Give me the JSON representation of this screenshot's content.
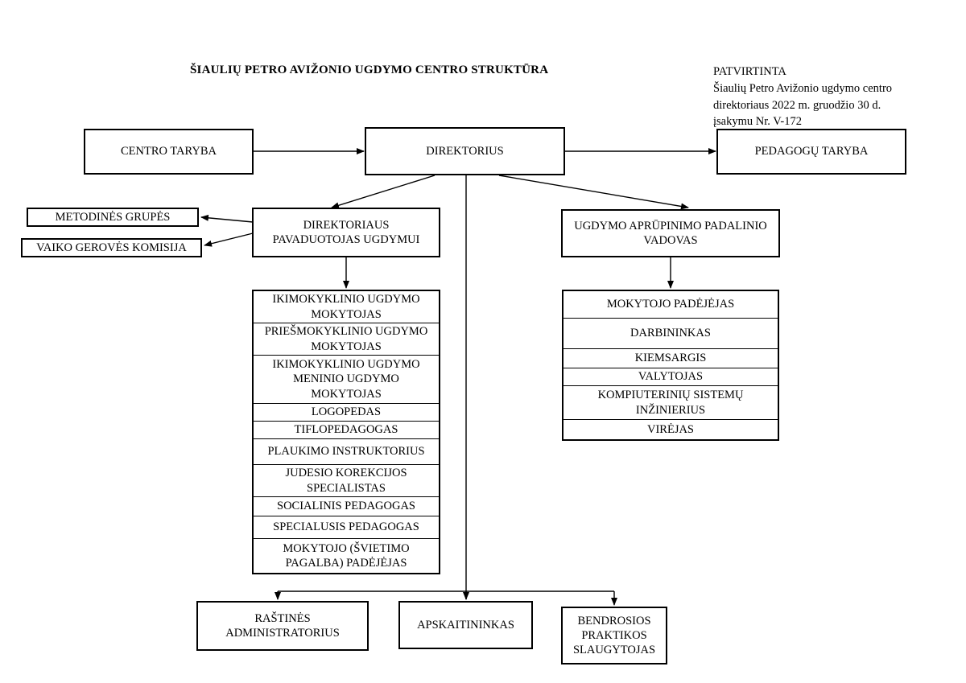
{
  "diagram": {
    "title": "ŠIAULIŲ PETRO AVIŽONIO UGDYMO CENTRO STRUKTŪRA",
    "approval": {
      "heading": "PATVIRTINTA",
      "lines": "Šiaulių Petro Avižonio ugdymo centro\ndirektoriaus 2022 m. gruodžio 30 d.\nįsakymu Nr. V-172"
    },
    "nodes": {
      "centro_taryba": "CENTRO TARYBA",
      "direktorius": "DIREKTORIUS",
      "pedagogu_taryba": "PEDAGOGŲ TARYBA",
      "metodines_grupes": "METODINĖS GRUPĖS",
      "vaiko_geroves_komisija": "VAIKO GEROVĖS KOMISIJA",
      "pavaduotojas": "DIREKTORIAUS PAVADUOTOJAS UGDYMUI",
      "ugdymo_aprupinimo": "UGDYMO APRŪPINIMO PADALINIO VADOVAS",
      "rastines_administratorius": "RAŠTINĖS ADMINISTRATORIUS",
      "apskaitininkas": "APSKAITININKAS",
      "bendrosios_praktikos_slaugytojas": "BENDROSIOS PRAKTIKOS SLAUGYTOJAS"
    },
    "pedagogic_staff": [
      "IKIMOKYKLINIO UGDYMO MOKYTOJAS",
      "PRIEŠMOKYKLINIO UGDYMO MOKYTOJAS",
      "IKIMOKYKLINIO UGDYMO MENINIO UGDYMO MOKYTOJAS",
      "LOGOPEDAS",
      "TIFLOPEDAGOGAS",
      "PLAUKIMO INSTRUKTORIUS",
      "JUDESIO KOREKCIJOS SPECIALISTAS",
      "SOCIALINIS PEDAGOGAS",
      "SPECIALUSIS PEDAGOGAS",
      "MOKYTOJO (ŠVIETIMO PAGALBA) PADĖJĖJAS"
    ],
    "support_staff": [
      "MOKYTOJO PADĖJĖJAS",
      "DARBININKAS",
      "KIEMSARGIS",
      "VALYTOJAS",
      "KOMPIUTERINIŲ SISTEMŲ INŽINIERIUS",
      "VIRĖJAS"
    ],
    "colors": {
      "line": "#000000",
      "background": "#ffffff",
      "text": "#000000"
    }
  }
}
